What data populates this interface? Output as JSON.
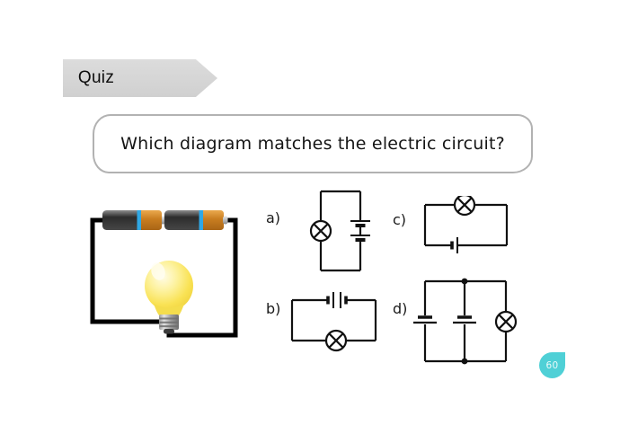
{
  "banner": {
    "label": "Quiz",
    "bg_color": "#d6d6d6"
  },
  "question": {
    "text": "Which diagram matches the electric circuit?"
  },
  "illustration": {
    "alt": "Realistic electric circuit: two batteries in series wired to a glowing light bulb",
    "battery_body_color": "#3a3a3a",
    "battery_cap_color": "#c87d20",
    "battery_band_color": "#2fa7e4",
    "bulb_color": "#f9e254",
    "wire_color": "#000000"
  },
  "options": [
    {
      "label": "a)",
      "diagram": "vertical loop; lamp symbol on left wire, two cells on right wire"
    },
    {
      "label": "b)",
      "diagram": "horizontal loop; two cells on top wire, lamp symbol on bottom wire"
    },
    {
      "label": "c)",
      "diagram": "horizontal loop; lamp symbol on top wire, one cell on bottom wire"
    },
    {
      "label": "d)",
      "diagram": "three parallel branches; cell on left branch, cell on middle branch, lamp on right branch, junction dots top and bottom"
    }
  ],
  "page": {
    "number": "60",
    "badge_color": "#4fd0d6"
  }
}
